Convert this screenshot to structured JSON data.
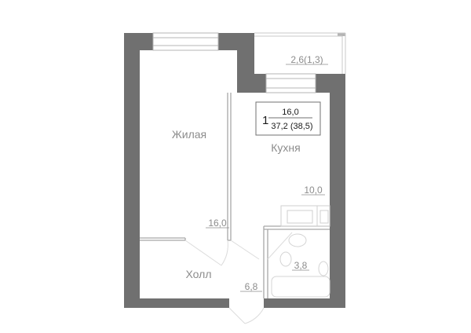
{
  "apartment": {
    "rooms": "1",
    "living_area": "16,0",
    "total_area": "37,2 (38,5)"
  },
  "rooms": {
    "living": {
      "name": "Жилая",
      "area": "16,0"
    },
    "kitchen": {
      "name": "Кухня",
      "area": "10,0"
    },
    "hall": {
      "name": "Холл",
      "area": "6,8"
    },
    "bathroom": {
      "area": "3,8"
    },
    "balcony": {
      "area": "2,6(1,3)"
    }
  },
  "colors": {
    "wall": "#707070",
    "thin_line": "#b4b4b4",
    "label": "#8c8c8c"
  }
}
